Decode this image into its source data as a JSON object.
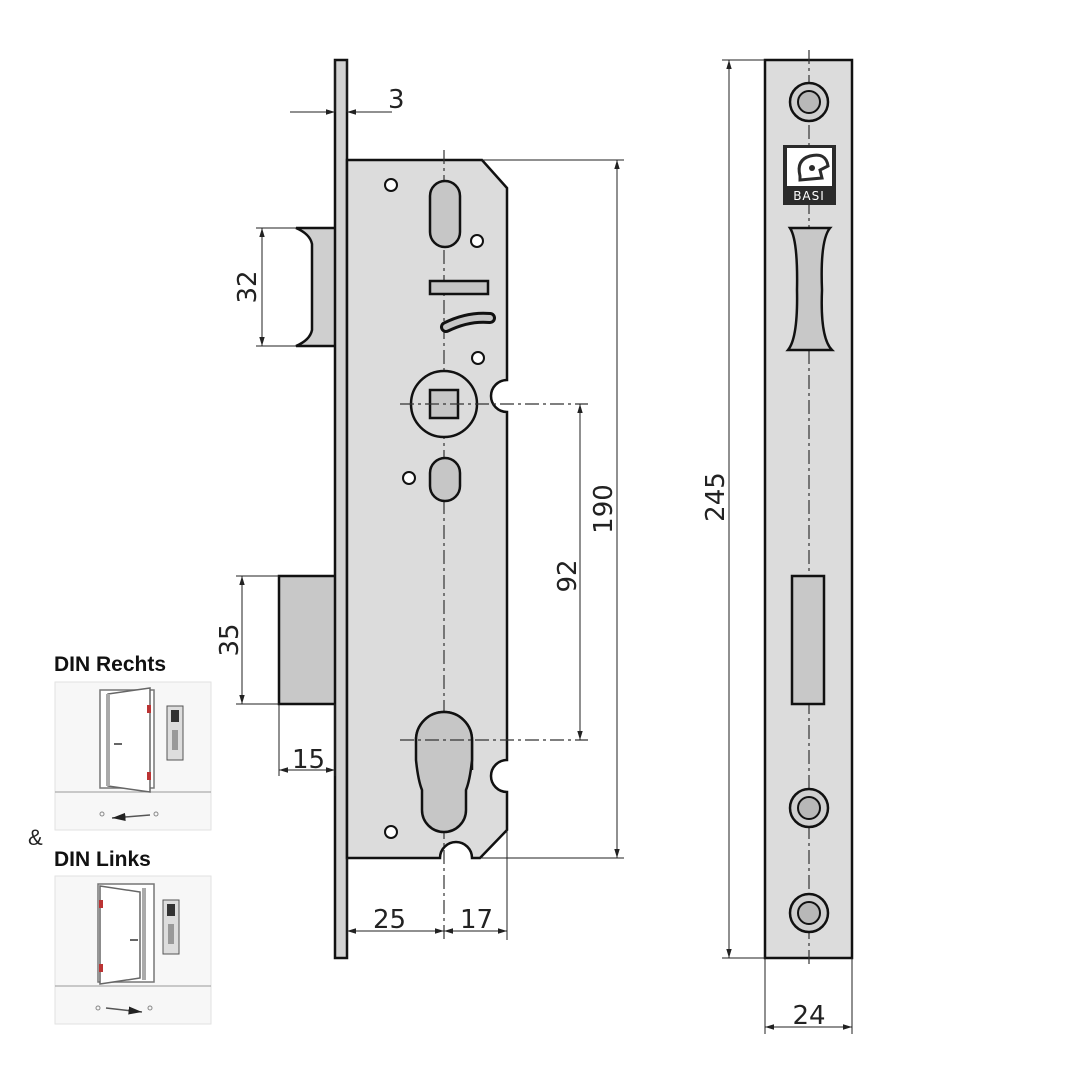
{
  "dimensions": {
    "faceplate_thickness": "3",
    "latch_height": "32",
    "case_height": "190",
    "spindle_to_cylinder": "92",
    "bolt_height": "35",
    "bolt_throw": "15",
    "backset": "25",
    "cylinder_to_edge": "17",
    "faceplate_length": "245",
    "faceplate_width": "24"
  },
  "logo": {
    "text": "BASI"
  },
  "din": {
    "right_label": "DIN Rechts",
    "conjunction": "&",
    "left_label": "DIN Links"
  },
  "colors": {
    "steel": "#dcdcdc",
    "steel_dark": "#c4c4c4",
    "outline": "#111111",
    "logo_bg": "#2b2b2b"
  }
}
